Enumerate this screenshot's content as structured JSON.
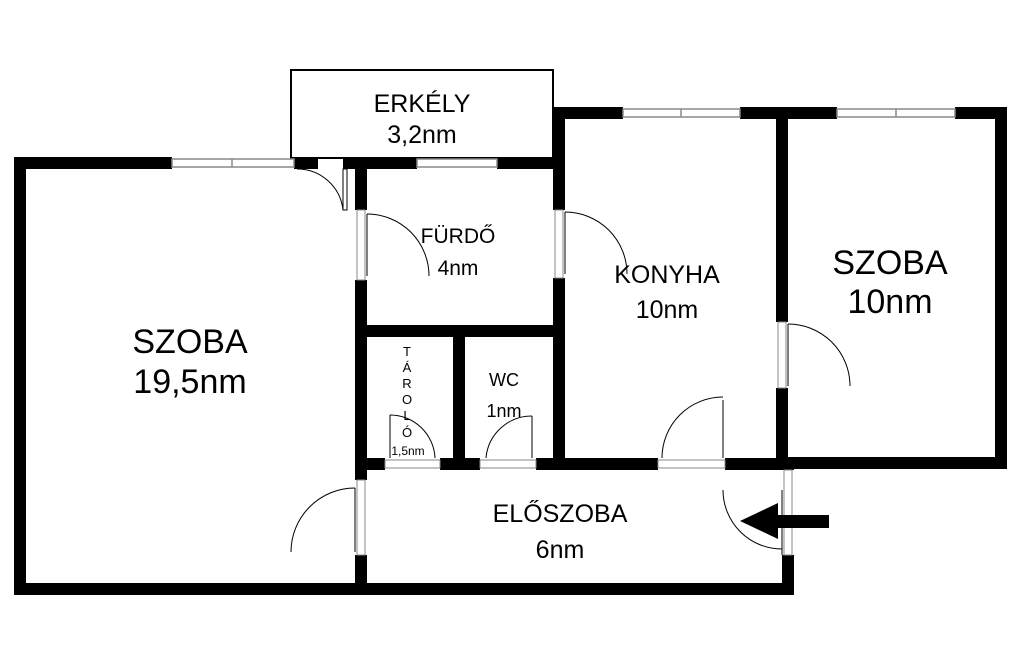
{
  "rooms": {
    "szoba_left": {
      "name": "SZOBA",
      "area": "19,5nm"
    },
    "erkely": {
      "name": "ERKÉLY",
      "area": "3,2nm"
    },
    "furdo": {
      "name": "FÜRDŐ",
      "area": "4nm"
    },
    "konyha": {
      "name": "KONYHA",
      "area": "10nm"
    },
    "szoba_right": {
      "name": "SZOBA",
      "area": "10nm"
    },
    "tarolo": {
      "name_letters": [
        "T",
        "Á",
        "R",
        "O",
        "L",
        "Ó"
      ],
      "area": "1,5nm"
    },
    "wc": {
      "name": "WC",
      "area": "1nm"
    },
    "eloszoba": {
      "name": "ELŐSZOBA",
      "area": "6nm"
    }
  },
  "colors": {
    "wall": "#000000",
    "background": "#ffffff",
    "window_frame": "#888888"
  },
  "icons": {
    "entrance": "arrow-left-icon"
  }
}
